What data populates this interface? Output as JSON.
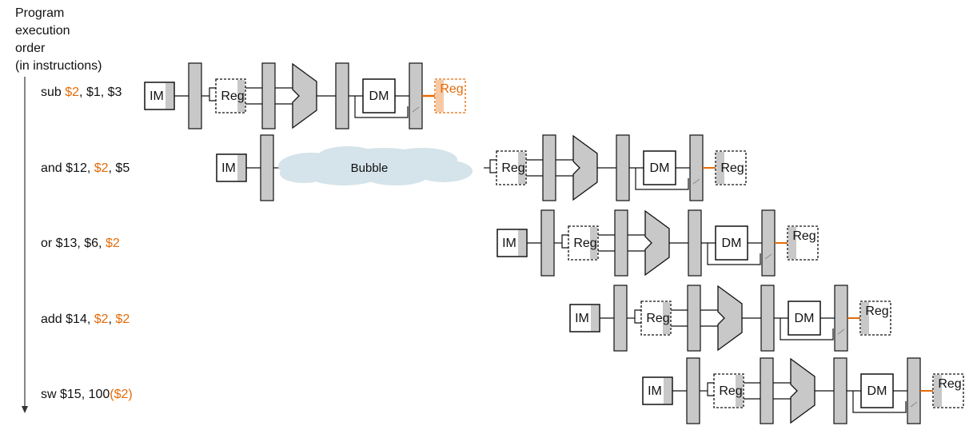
{
  "axis": {
    "title_lines": [
      "Program",
      "execution",
      "order",
      "(in instructions)"
    ]
  },
  "labels": {
    "im": "IM",
    "reg": "Reg",
    "dm": "DM",
    "bubble": "Bubble"
  },
  "instructions": [
    {
      "parts": [
        {
          "t": "sub "
        },
        {
          "t": "$2",
          "hl": true
        },
        {
          "t": ", $1, $3"
        }
      ]
    },
    {
      "parts": [
        {
          "t": "and $12, "
        },
        {
          "t": "$2",
          "hl": true
        },
        {
          "t": ", $5"
        }
      ]
    },
    {
      "parts": [
        {
          "t": "or $13, $6, "
        },
        {
          "t": "$2",
          "hl": true
        }
      ]
    },
    {
      "parts": [
        {
          "t": "add $14, "
        },
        {
          "t": "$2",
          "hl": true
        },
        {
          "t": ", "
        },
        {
          "t": "$2",
          "hl": true
        }
      ]
    },
    {
      "parts": [
        {
          "t": "sw $15, 100"
        },
        {
          "t": "($2)",
          "hl": true
        }
      ]
    }
  ],
  "pipelines": [
    {
      "has_bubble": false,
      "highlight_writeback": true
    },
    {
      "has_bubble": true,
      "highlight_writeback": false
    },
    {
      "has_bubble": false,
      "highlight_writeback": false
    },
    {
      "has_bubble": false,
      "highlight_writeback": false
    },
    {
      "has_bubble": false,
      "highlight_writeback": false
    }
  ],
  "colors": {
    "highlight": "#e36c0a",
    "stage_gray": "#c8c8c8",
    "bubble_fill": "#d5e3ea"
  }
}
